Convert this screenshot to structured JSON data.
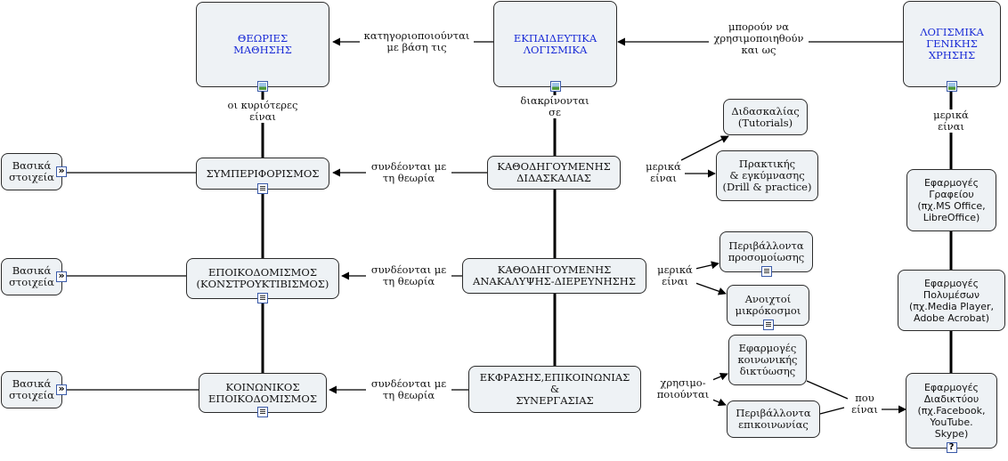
{
  "nodes": {
    "theories": "ΘΕΩΡΙΕΣ\nΜΑΘΗΣΗΣ",
    "educational_software": "ΕΚΠΑΙΔΕΥΤΙΚΑ\nΛΟΓΙΣΜΙΚΑ",
    "general_software": "ΛΟΓΙΣΜΙΚΑ\nΓΕΝΙΚΗΣ\nΧΡΗΣΗΣ",
    "behaviorism": "ΣΥΜΠΕΡΙΦΟΡΙΣΜΟΣ",
    "constructivism": "ΕΠΟΙΚΟΔΟΜΙΣΜΟΣ\n(ΚΟΝΣΤΡΟΥΚΤΙΒΙΣΜΟΣ)",
    "social_constructivism": "ΚΟΙΝΩΝΙΚΟΣ\nΕΠΟΙΚΟΔΟΜΙΣΜΟΣ",
    "guided_teaching": "ΚΑΘΟΔΗΓΟΥΜΕΝΗΣ\nΔΙΔΑΣΚΑΛΙΑΣ",
    "guided_discovery": "ΚΑΘΟΔΗΓΟΥΜΕΝΗΣ\nΑΝΑΚΑΛΥΨΗΣ-ΔΙΕΡΕΥΝΗΣΗΣ",
    "expression": "ΕΚΦΡΑΣΗΣ,ΕΠΙΚΟΙΝΩΝΙΑΣ\n&\nΣΥΝΕΡΓΑΣΙΑΣ",
    "basics_1": "Βασικά\nστοιχεία",
    "basics_2": "Βασικά\nστοιχεία",
    "basics_3": "Βασικά\nστοιχεία",
    "tutorials": "Διδασκαλίας\n(Tutorials)",
    "drill": "Πρακτικής\n& εγκύμνασης\n(Drill & practice)",
    "simulation": "Περιβάλλοντα\nπροσομοίωσης",
    "microworlds": "Ανοιχτοί\nμικρόκοσμοι",
    "social_networks": "Εφαρμογές\nκοινωνικής\nδικτύωσης",
    "communication": "Περιβάλλοντα\nεπικοινωνίας",
    "office": "Εφαρμογές\nΓραφείου\n(πχ.MS Office,\nLibreOffice)",
    "multimedia": "Εφαρμογές\nΠολυμέσων\n(πχ.Media Player,\nAdobe Acrobat)",
    "internet": "Εφαρμογές\nΔιαδικτύου\n(πχ.Facebook,\nYouTube.\nSkype)"
  },
  "links": {
    "categorized_by": "κατηγοριοποιούνται\nμε βάση τις",
    "can_be_used": "μπορούν να\nχρησιμοποιηθούν\nκαι ως",
    "main_ones": "οι κυριότερες\nείναι",
    "distinguished_into": "διακρίνονται\nσε",
    "connected_1": "συνδέονται με\nτη θεωρία",
    "connected_2": "συνδέονται με\nτη θεωρία",
    "connected_3": "συνδέονται με\nτη θεωρία",
    "some_are_1": "μερικά\nείναι",
    "some_are_2": "μερικά\nείναι",
    "used_for": "χρησιμο-\nποιούνται",
    "some_are_3": "μερικά\nείναι",
    "that_are": "που\nείναι"
  },
  "colors": {
    "accent_text": "#1a2bd6",
    "node_fill": "#eef2f5",
    "line": "#000000"
  }
}
